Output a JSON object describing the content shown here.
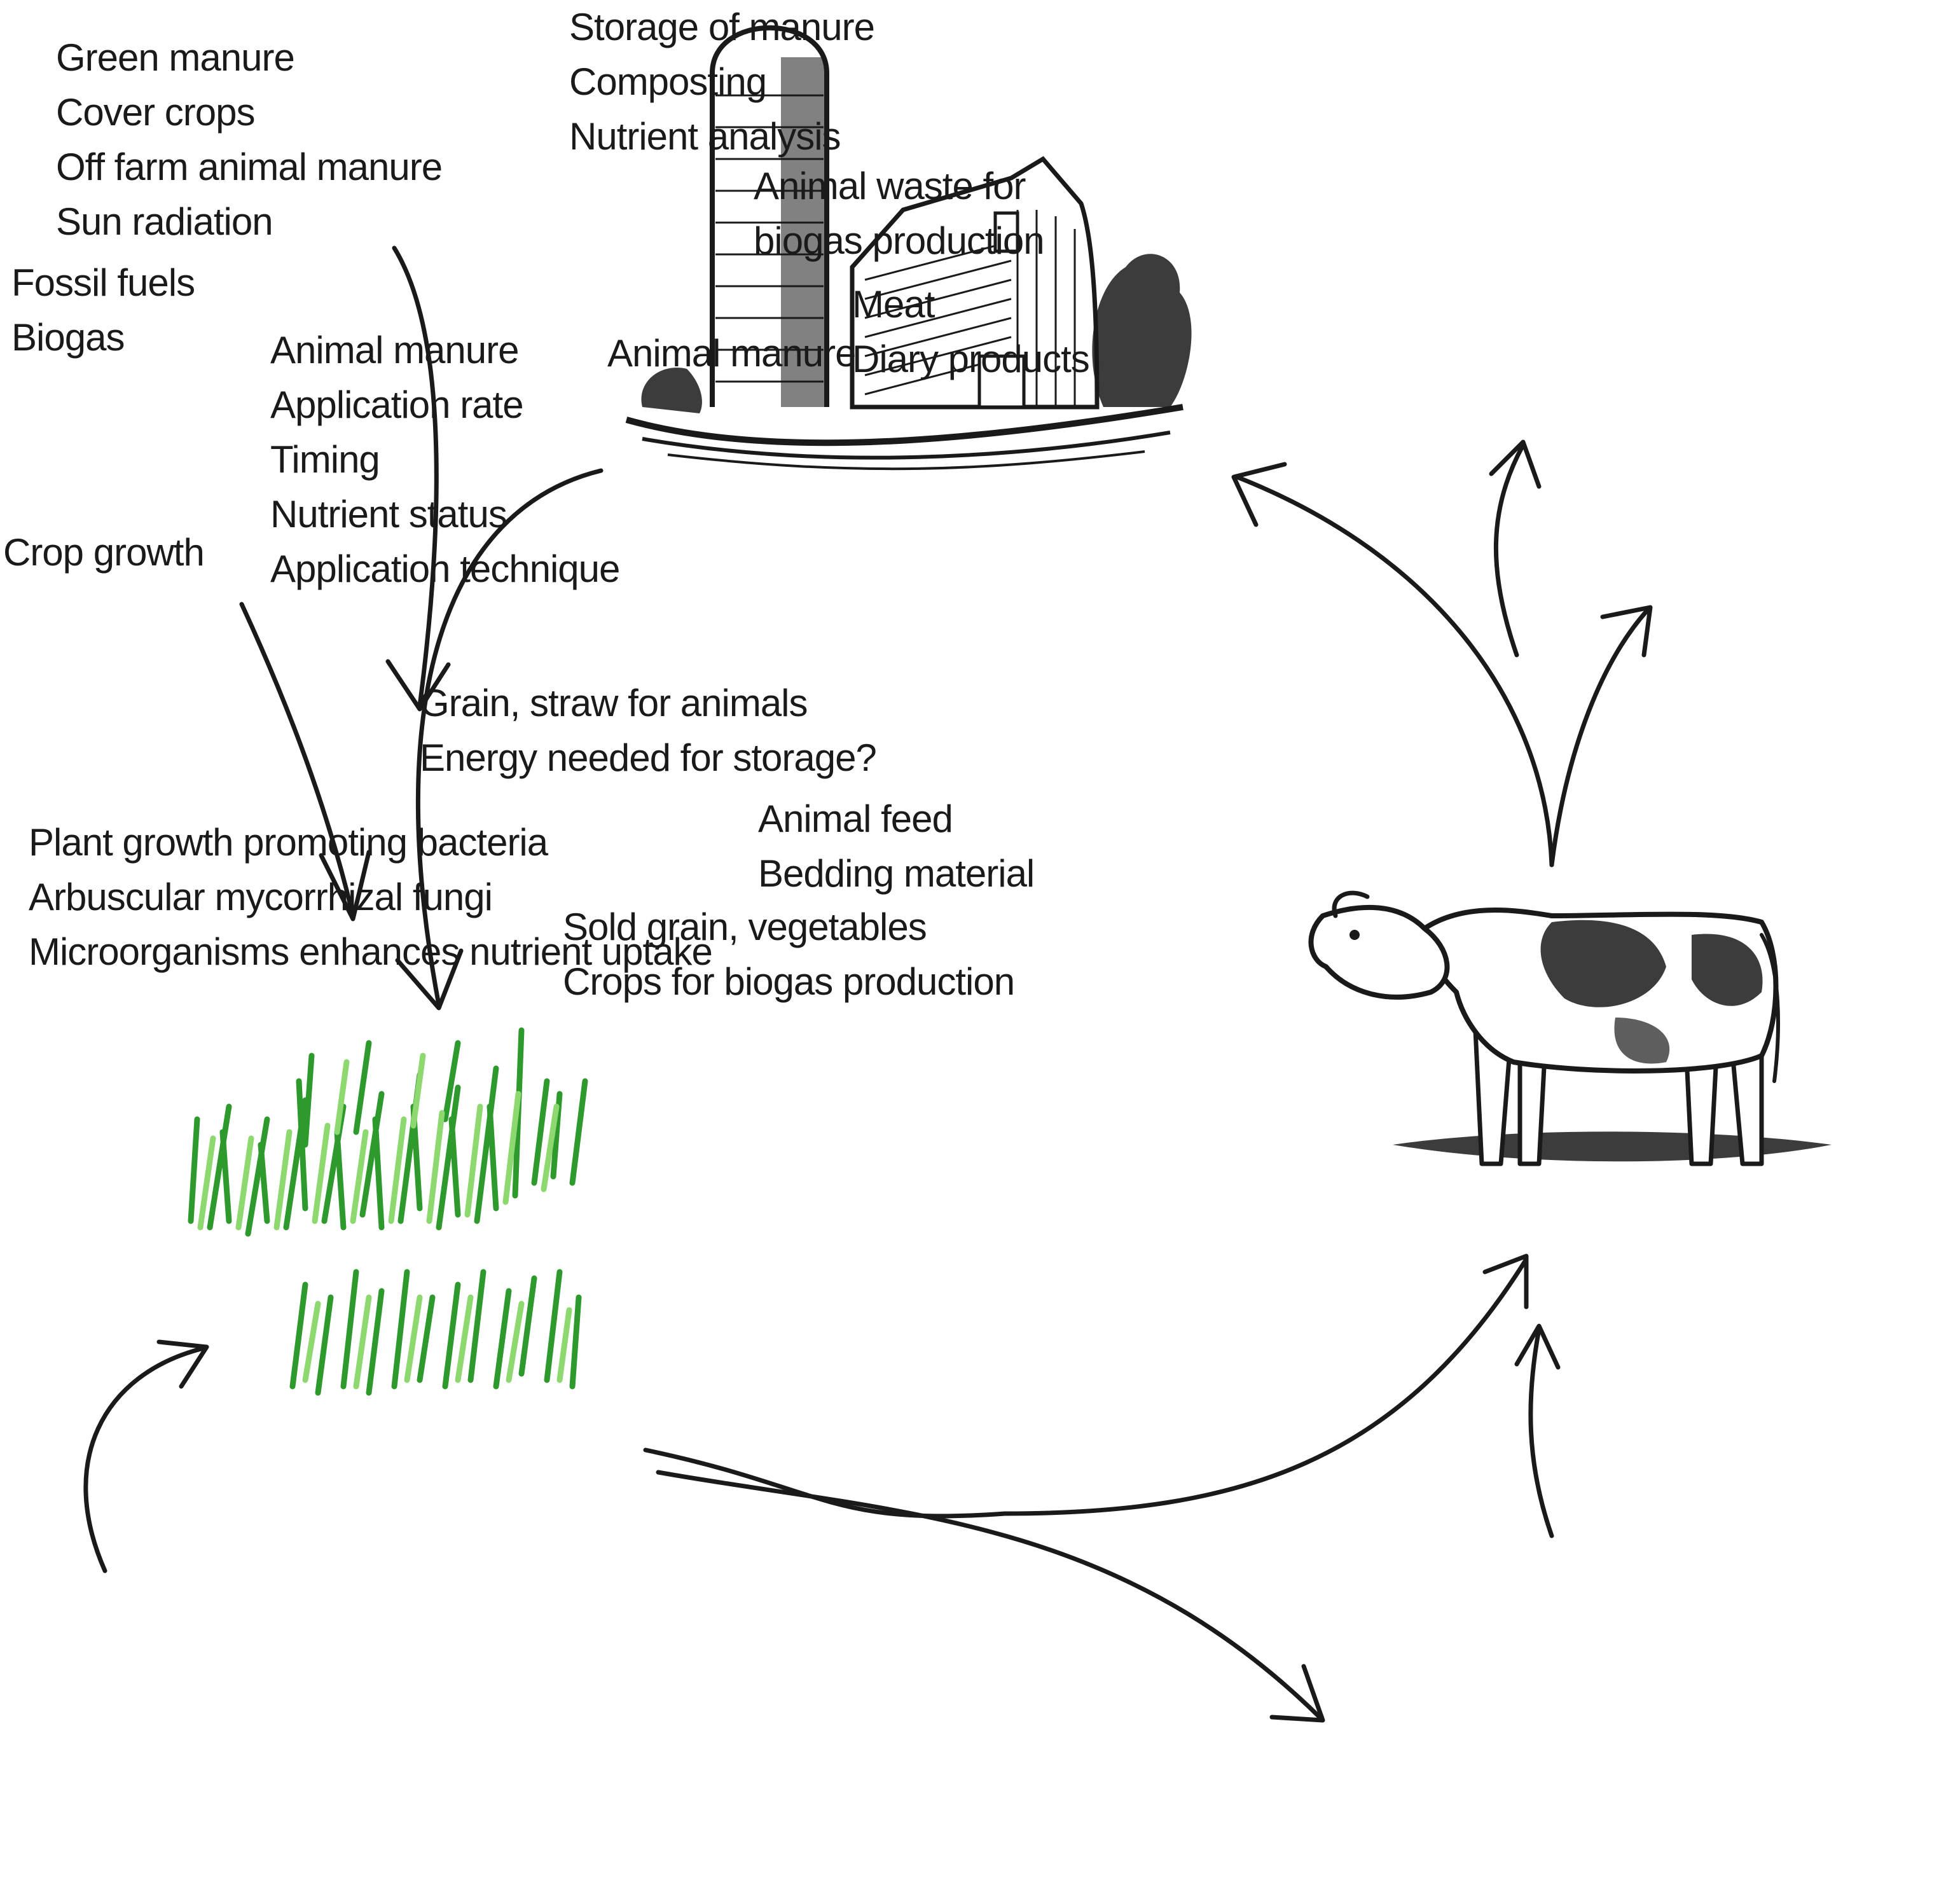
{
  "labels": {
    "storage": [
      "Storage of manure",
      "Composting",
      "Nutrient analysis"
    ],
    "inputs_top": [
      "Green manure",
      "Cover crops",
      "Off farm animal manure",
      "Sun radiation"
    ],
    "fuels": [
      "Fossil fuels",
      "Biogas"
    ],
    "manure_application": [
      "Animal manure",
      "Application rate",
      "Timing",
      "Nutrient status",
      "Application technique"
    ],
    "crop_growth": "Crop growth",
    "biogas_waste": [
      "Animal waste for",
      "biogas production"
    ],
    "products": [
      "Meat",
      "Diary products"
    ],
    "animal_manure": "Animal manure",
    "grain_straw": [
      "Grain, straw for animals",
      "Energy needed for storage?"
    ],
    "microbes": [
      "Plant growth promoting bacteria",
      "Arbuscular mycorrhizal fungi",
      "Microorganisms enhances nutrient uptake"
    ],
    "feed_bedding": [
      "Animal feed",
      "Bedding material"
    ],
    "sold": [
      "Sold grain, vegetables",
      "Crops for biogas production"
    ]
  },
  "illustrations": {
    "farm": "barn-and-silo-illustration",
    "crops": "green-grass-crop-illustration",
    "cow": "dairy-cow-illustration"
  },
  "colors": {
    "ink": "#1a1a1a",
    "grass_dark": "#2e9a2e",
    "grass_light": "#8ed870"
  }
}
